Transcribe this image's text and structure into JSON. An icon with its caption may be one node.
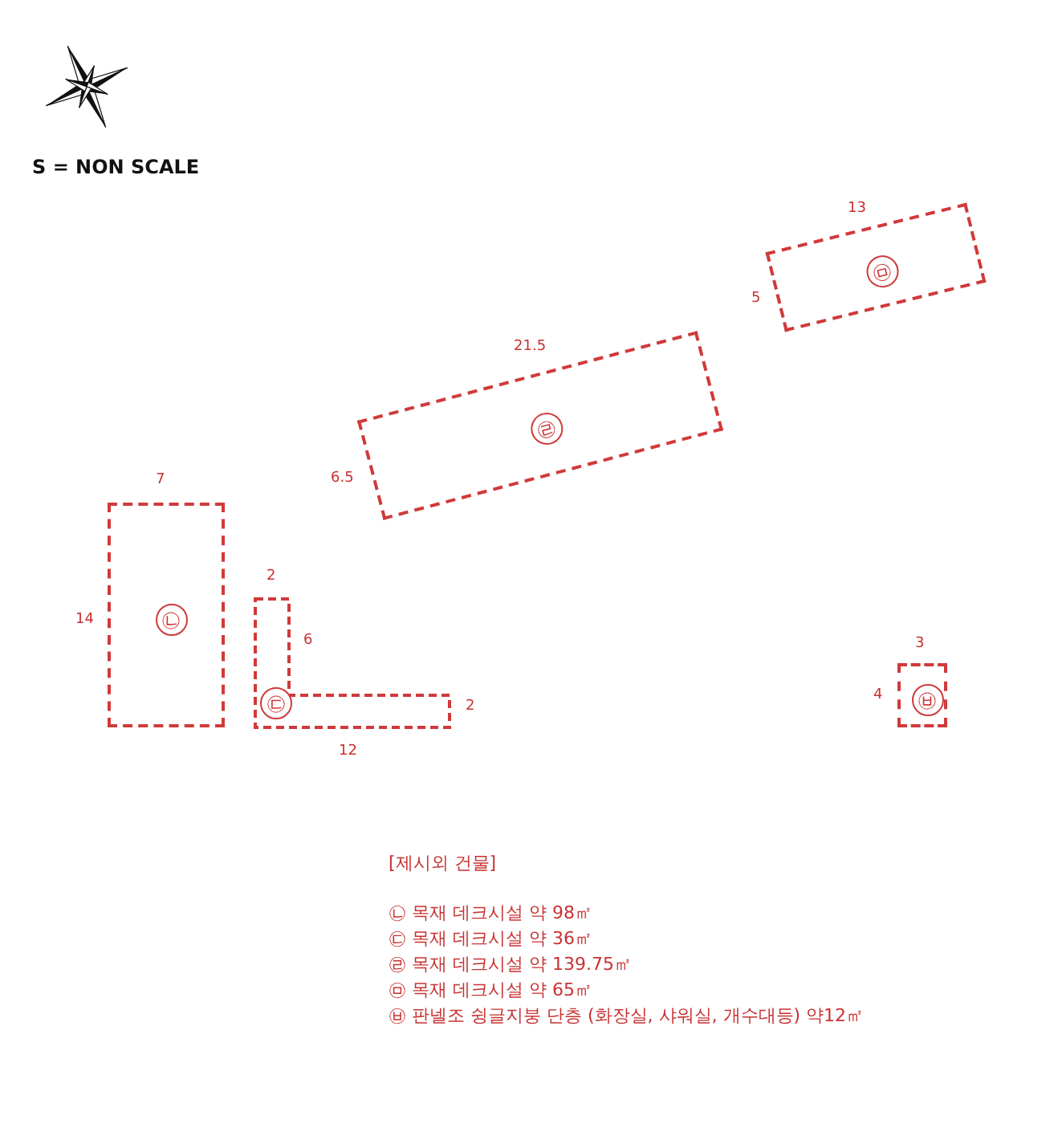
{
  "diagram": {
    "nodes": [
      {
        "text": [
          "㉤"
        ]
      },
      {
        "text": [
          "㉣"
        ]
      },
      {
        "text": [
          "㉡"
        ]
      },
      {
        "text": [
          "㉢"
        ]
      },
      {
        "text": [
          "㉥"
        ]
      }
    ],
    "labels": [
      "S = NON SCALE",
      "13",
      "5",
      "21.5",
      "6.5",
      "7",
      "2",
      "6",
      "14",
      "2",
      "12",
      "3",
      "4",
      "[제시외 건물]",
      "㉡ 목재 데크시설 약 98㎡",
      "㉢ 목재 데크시설 약 36㎡",
      "㉣ 목재 데크시설 약 139.75㎡",
      "㉤ 목재 데크시설 약 65㎡",
      "㉥ 판넬조 슁글지붕 단층 (화장실, 샤워실, 개수대등) 약12㎡"
    ]
  }
}
